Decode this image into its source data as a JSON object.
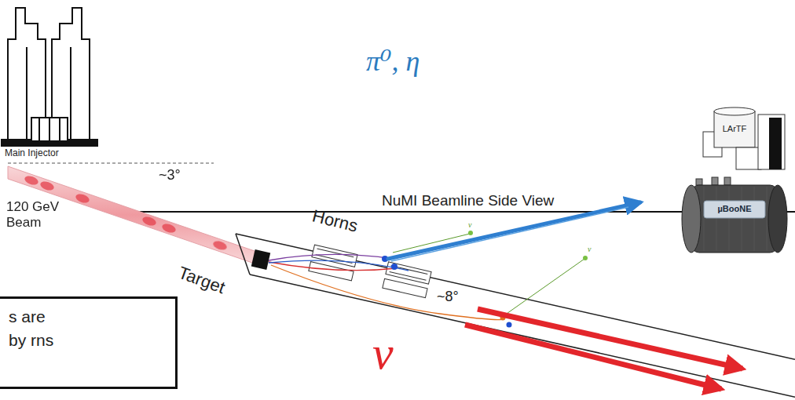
{
  "diagram": {
    "title": "NuMI Beamline Side View",
    "nodes": [
      {
        "text": [
          "LArTF"
        ]
      },
      {
        "text": [
          "µBooNE"
        ]
      },
      {
        "text": [
          "s are by rns"
        ]
      }
    ],
    "labels": [
      "Main Injector",
      "120 GeV Beam",
      "~3°",
      "π⁰, η",
      "Horns",
      "Target",
      "~8°",
      "ν",
      "ν",
      "ν"
    ]
  }
}
